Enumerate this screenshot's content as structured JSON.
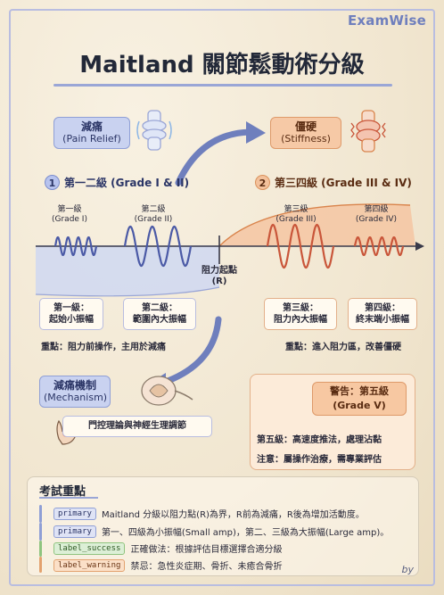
{
  "brand": "ExamWise",
  "title": "Maitland 關節鬆動術分級",
  "pain_relief": {
    "zh": "減痛",
    "en": "(Pain Relief)"
  },
  "stiffness": {
    "zh": "僵硬",
    "en": "(Stiffness)"
  },
  "group1": {
    "num": "1",
    "label": "第一二級 (Grade I & II)"
  },
  "group2": {
    "num": "2",
    "label": "第三四級 (Grade III & IV)"
  },
  "grades": {
    "g1": {
      "zh": "第一級",
      "en": "(Grade I)"
    },
    "g2": {
      "zh": "第二級",
      "en": "(Grade II)"
    },
    "g3": {
      "zh": "第三級",
      "en": "(Grade III)"
    },
    "g4": {
      "zh": "第四級",
      "en": "(Grade IV)"
    }
  },
  "r_point": {
    "zh": "阻力起點",
    "en": "(R)"
  },
  "desc": {
    "g1": {
      "a": "第一級：",
      "b": "起始小振幅"
    },
    "g2": {
      "a": "第二級：",
      "b": "範圍內大振幅"
    },
    "g3": {
      "a": "第三級：",
      "b": "阻力內大振幅"
    },
    "g4": {
      "a": "第四級：",
      "b": "終末端小振幅"
    }
  },
  "note_left": "重點：阻力前操作，主用於減痛",
  "note_right": "重點：進入阻力區，改善僵硬",
  "mechanism": {
    "zh": "減痛機制",
    "en": "(Mechanism)",
    "detail": "門控理論與神經生理調節"
  },
  "warning": {
    "title_zh": "警告：第五級",
    "title_en": "(Grade V)",
    "line1": "第五級：高速度推法，處理沾黏",
    "line2": "注意：屬操作治療，需專業評估"
  },
  "exam": {
    "title": "考試重點",
    "rows": [
      {
        "badge": "primary",
        "text": "Maitland 分級以阻力點(R)為界，R前為減痛，R後為增加活動度。"
      },
      {
        "badge": "primary",
        "text": "第一、四級為小振幅(Small amp)，第二、三級為大振幅(Large amp)。"
      },
      {
        "badge": "label_success",
        "text": "正確做法：根據評估目標選擇合適分級"
      },
      {
        "badge": "label_warning",
        "text": "禁忌：急性炎症期、骨折、未癒合骨折"
      }
    ]
  },
  "signature": "by",
  "colors": {
    "blue": "#6f7fbd",
    "orange": "#d9844c",
    "cream": "#f4ecdc"
  }
}
